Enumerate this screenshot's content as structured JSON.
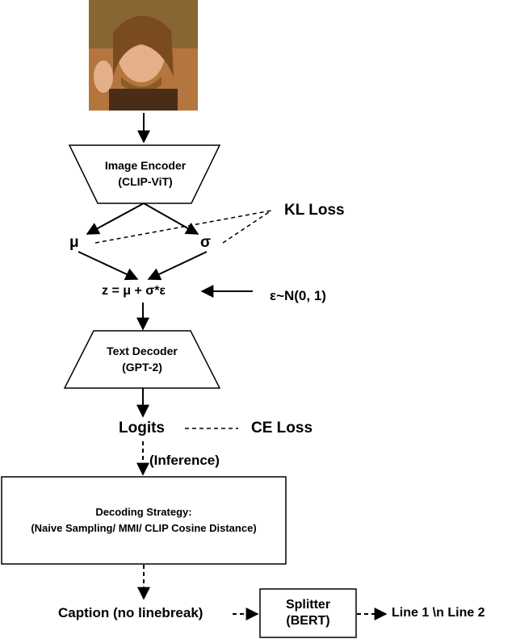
{
  "photo": {
    "icon": "person-photo"
  },
  "image_encoder": {
    "line1": "Image Encoder",
    "line2": "(CLIP-ViT)"
  },
  "kl_loss": "KL Loss",
  "mu": "μ",
  "sigma": "σ",
  "z_formula": "z = μ + σ*ε",
  "epsilon": "ε~N(0, 1)",
  "text_decoder": {
    "line1": "Text Decoder",
    "line2": "(GPT-2)"
  },
  "logits": "Logits",
  "ce_loss": "CE Loss",
  "inference": "(Inference)",
  "decoding": {
    "line1": "Decoding Strategy:",
    "line2": "(Naive Sampling/ MMI/ CLIP Cosine Distance)"
  },
  "caption": "Caption (no linebreak)",
  "splitter": {
    "line1": "Splitter",
    "line2": "(BERT)"
  },
  "output": "Line 1 \\n Line 2"
}
